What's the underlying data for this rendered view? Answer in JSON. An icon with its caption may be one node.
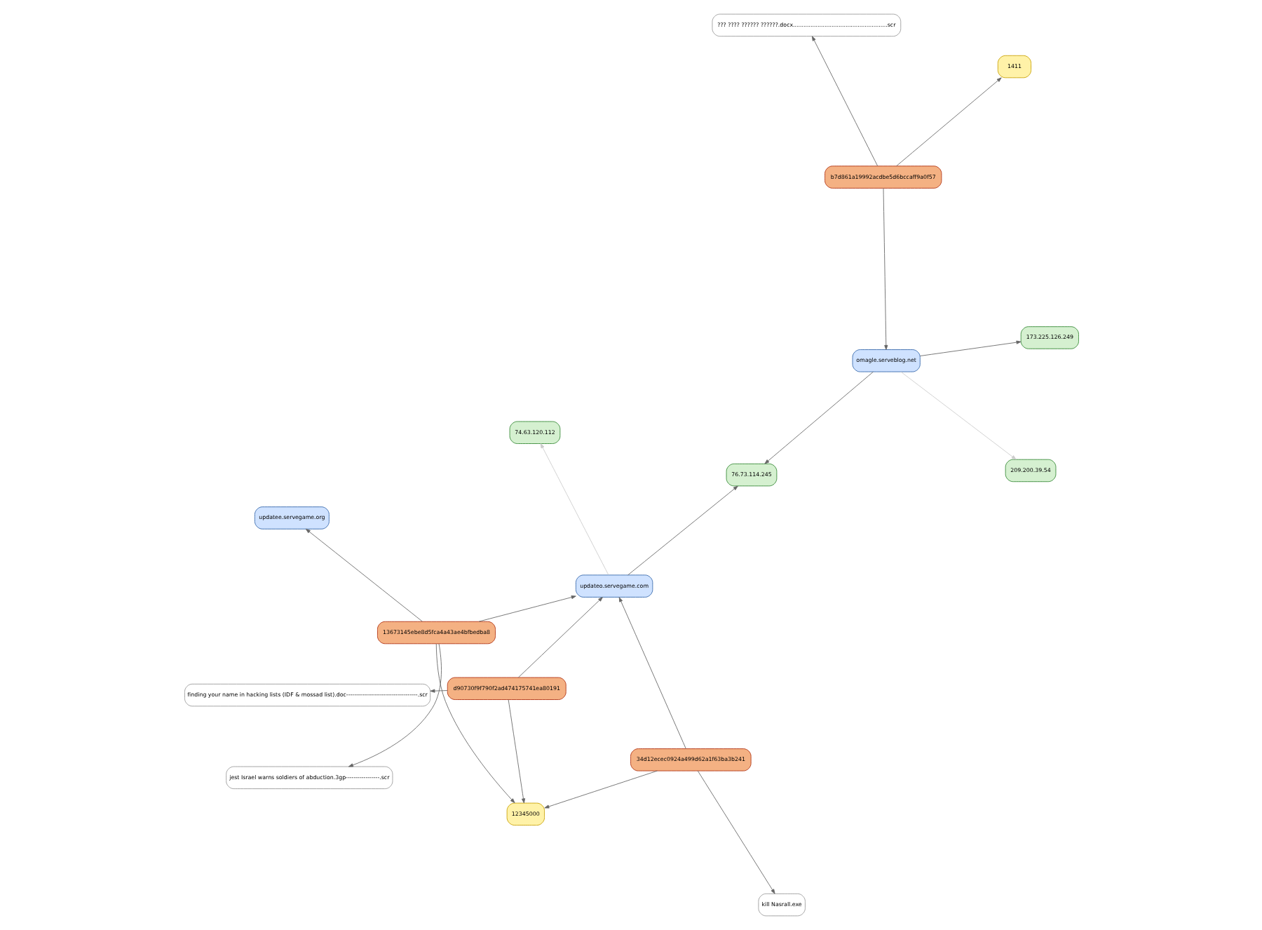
{
  "diagram": {
    "nodes": [
      {
        "text": [
          "finding your name in hacking lists (IDF & mossad list).doc------------------------------------.scr"
        ]
      },
      {
        "text": [
          "d90730f9f790f2ad474175741ea80191"
        ]
      },
      {
        "text": [
          "jest Israel warns soldiers of abduction.3gp-----------------.scr"
        ]
      },
      {
        "text": [
          "13673145ebe8d5fca4a43ae4bfbedba8"
        ]
      },
      {
        "text": [
          "updatee.servegame.org"
        ]
      },
      {
        "text": [
          "74.63.120.112"
        ]
      },
      {
        "text": [
          "updateo.servegame.com"
        ]
      },
      {
        "text": [
          "12345000"
        ]
      },
      {
        "text": [
          "76.73.114.245"
        ]
      },
      {
        "text": [
          "34d12ecec0924a499d62a1f63ba3b241"
        ]
      },
      {
        "text": [
          "??? ???? ?????? ??????.docx......................................................scr"
        ]
      },
      {
        "text": [
          "b7d861a19992acdbe5d6bccaff9a0f57"
        ]
      },
      {
        "text": [
          "omagle.serveblog.net"
        ]
      },
      {
        "text": [
          "kill Nasrall.exe"
        ]
      },
      {
        "text": [
          "1411"
        ]
      },
      {
        "text": [
          "209.200.39.54"
        ]
      },
      {
        "text": [
          "173.225.126.249"
        ]
      }
    ],
    "edges": [
      {
        "from": 1,
        "to": 0,
        "arrow": "to"
      },
      {
        "from": 1,
        "to": 6,
        "arrow": "to"
      },
      {
        "from": 1,
        "to": 7,
        "arrow": "to"
      },
      {
        "from": 3,
        "to": 2,
        "arrow": "to"
      },
      {
        "from": 3,
        "to": 4,
        "arrow": "to"
      },
      {
        "from": 3,
        "to": 6,
        "arrow": "to"
      },
      {
        "from": 3,
        "to": 7,
        "arrow": "to"
      },
      {
        "from": 6,
        "to": 5,
        "arrow": "to",
        "color": "#cccccc"
      },
      {
        "from": 6,
        "to": 8,
        "arrow": "to"
      },
      {
        "from": 9,
        "to": 6,
        "arrow": "to"
      },
      {
        "from": 9,
        "to": 7,
        "arrow": "to"
      },
      {
        "from": 9,
        "to": 13,
        "arrow": "to"
      },
      {
        "from": 11,
        "to": 10,
        "arrow": "to"
      },
      {
        "from": 11,
        "to": 12,
        "arrow": "to"
      },
      {
        "from": 11,
        "to": 14,
        "arrow": "to"
      },
      {
        "from": 12,
        "to": 8,
        "arrow": "to"
      },
      {
        "from": 12,
        "to": 16,
        "arrow": "to"
      },
      {
        "from": 12,
        "to": 15,
        "arrow": "to",
        "color": "#cccccc"
      }
    ]
  }
}
